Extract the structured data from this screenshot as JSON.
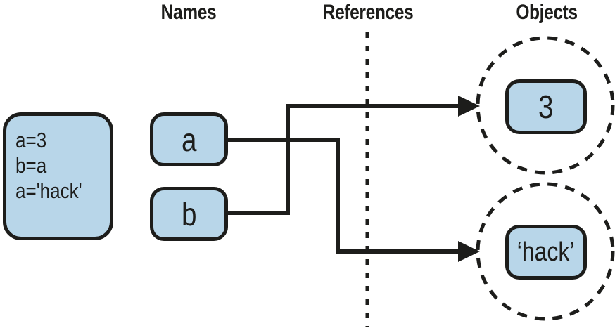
{
  "diagram": {
    "headers": {
      "names": "Names",
      "references": "References",
      "objects": "Objects"
    },
    "code_box": {
      "lines": [
        "a=3",
        "b=a",
        "a='hack'"
      ]
    },
    "names": [
      {
        "label": "a"
      },
      {
        "label": "b"
      }
    ],
    "objects": [
      {
        "label": "3"
      },
      {
        "label": "‘hack’"
      }
    ],
    "relations": [
      {
        "from": "a",
        "to": "'hack'"
      },
      {
        "from": "b",
        "to": "3"
      }
    ],
    "colors": {
      "box_fill": "#b8d6e9",
      "stroke": "#1d1d1b",
      "background": "#ffffff"
    }
  }
}
